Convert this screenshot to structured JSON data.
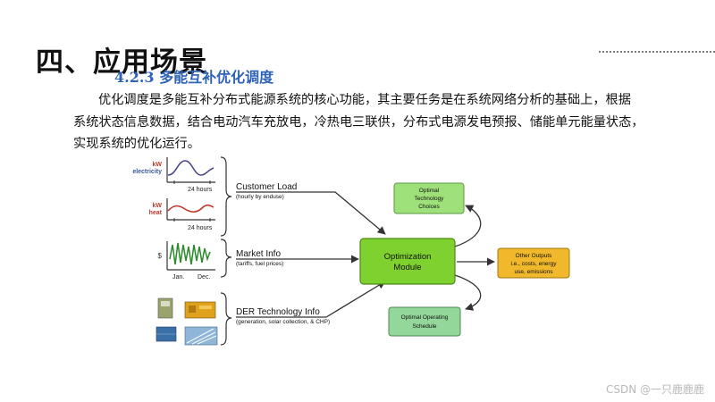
{
  "header": {
    "title": "四、应用场景",
    "subtitle": "4.2.3 多能互补优化调度"
  },
  "body_text": {
    "line1": "优化调度是多能互补分布式能源系统的核心功能，其主要任务是在系统网络分析的基础上，根据",
    "line2": "系统状态信息数据，结合电动汽车充放电，冷热电三联供，分布式电源发电预报、储能单元能量状态，",
    "line3": "实现系统的优化运行。"
  },
  "diagram": {
    "inputs": {
      "electricity_unit": "kW",
      "electricity_label": "electricity",
      "electricity_axis": "24 hours",
      "heat_unit": "kW",
      "heat_label": "heat",
      "heat_axis": "24 hours",
      "market_unit": "$",
      "market_start": "Jan.",
      "market_end": "Dec."
    },
    "groups": {
      "customer_load": "Customer Load",
      "customer_load_sub": "(hourly by enduse)",
      "market_info": "Market Info",
      "market_info_sub": "(tariffs, fuel prices)",
      "der_info": "DER Technology Info",
      "der_info_sub": "(generation, solar collection, & CHP)"
    },
    "optimization": {
      "line1": "Optimization",
      "line2": "Module"
    },
    "optimal_tech": {
      "line1": "Optimal",
      "line2": "Technology",
      "line3": "Choices"
    },
    "optimal_sched": {
      "line1": "Optimal Operating",
      "line2": "Schedule"
    },
    "other_outputs": {
      "line1": "Other Outputs",
      "line2": "i.e., costs, energy",
      "line3": "use, emissions"
    },
    "colors": {
      "optimization_fill": "#7ed12f",
      "optimal_tech_fill": "#9ee07a",
      "optimal_sched_fill": "#93d79a",
      "other_outputs_fill": "#f0b82a",
      "electricity_curve": "#4a4a8a",
      "heat_curve": "#c0392b",
      "market_curve": "#2a8a2a",
      "unit_label": "#c0392b"
    }
  },
  "watermark": "CSDN @一只鹿鹿鹿"
}
